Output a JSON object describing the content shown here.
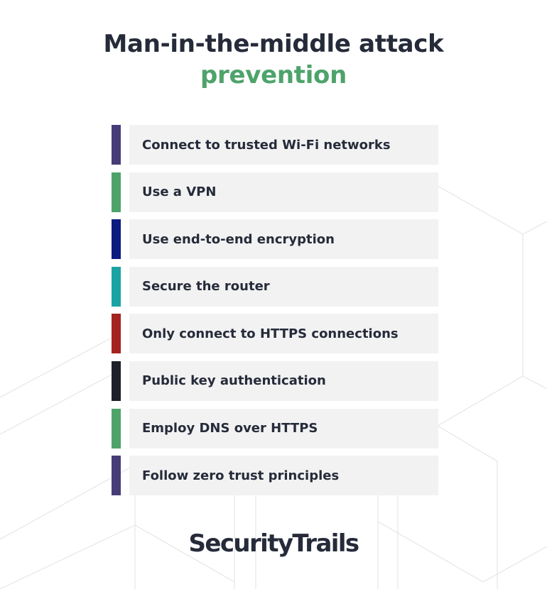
{
  "title": {
    "line1": "Man-in-the-middle attack",
    "line2": "prevention"
  },
  "colors": {
    "title": "#262b3a",
    "accent_green": "#4ea36a",
    "box_bg": "#f2f2f2"
  },
  "items": [
    {
      "label": "Connect to trusted Wi-Fi networks",
      "color": "#463c78"
    },
    {
      "label": "Use a VPN",
      "color": "#4ea36a"
    },
    {
      "label": "Use end-to-end encryption",
      "color": "#0d1a80"
    },
    {
      "label": "Secure the router",
      "color": "#1aa3a3"
    },
    {
      "label": "Only connect to HTTPS connections",
      "color": "#a3231f"
    },
    {
      "label": "Public key authentication",
      "color": "#1d1f29"
    },
    {
      "label": "Employ DNS over HTTPS",
      "color": "#4ea36a"
    },
    {
      "label": "Follow zero trust principles",
      "color": "#463c78"
    }
  ],
  "logo": {
    "text": "SecurityTrails"
  }
}
